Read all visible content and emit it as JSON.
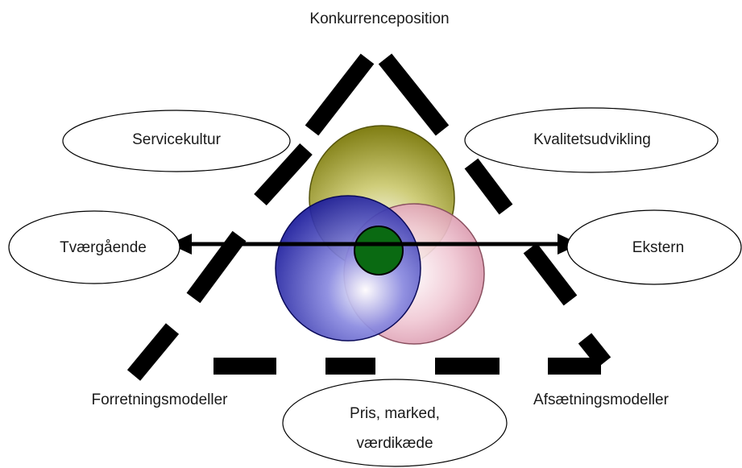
{
  "diagram": {
    "top_label": "Konkurrenceposition",
    "left_bottom_label": "Forretningsmodeller",
    "right_bottom_label": "Afsætningsmodeller",
    "ellipses": {
      "servicekultur": "Servicekultur",
      "kvalitetsudvikling": "Kvalitetsudvikling",
      "tvaergaaende": "Tværgående",
      "ekstern": "Ekstern",
      "pris_line1": "Pris, marked,",
      "pris_line2": "værdikæde"
    },
    "colors": {
      "olive_circle": "#8c8a1c",
      "blue_circle": "#14149c",
      "pink_circle": "#d88aa2",
      "center_circle": "#0a6a12",
      "dashes": "#000000"
    }
  }
}
